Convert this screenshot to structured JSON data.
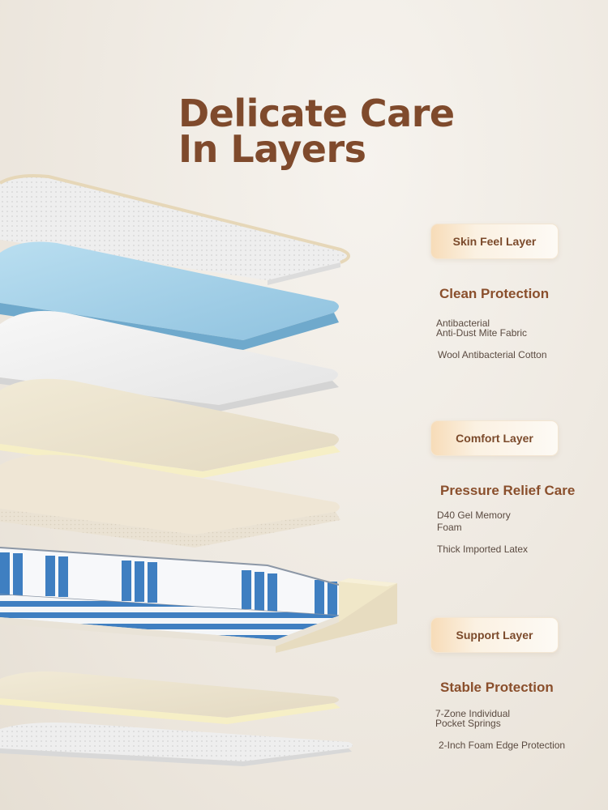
{
  "title": {
    "line1": "Delicate Care",
    "line2": "In Layers"
  },
  "groups": [
    {
      "badge": "Skin Feel Layer",
      "heading": "Clean Protection",
      "features": [
        {
          "line1": "Antibacterial",
          "line2": "Anti-Dust Mite Fabric"
        },
        {
          "line1": "Wool Antibacterial Cotton",
          "line2": ""
        }
      ]
    },
    {
      "badge": "Comfort Layer",
      "heading": "Pressure Relief Care",
      "features": [
        {
          "line1": "D40 Gel Memory",
          "line2": "Foam"
        },
        {
          "line1": "Thick Imported Latex",
          "line2": ""
        }
      ]
    },
    {
      "badge": "Support Layer",
      "heading": "Stable Protection",
      "features": [
        {
          "line1": "7-Zone Individual",
          "line2": "Pocket Springs"
        },
        {
          "line1": "2-Inch Foam Edge Protection",
          "line2": ""
        }
      ]
    }
  ],
  "colors": {
    "title": "#7f4a2c",
    "heading": "#8a4f2c",
    "body_text": "#5a4a40",
    "gel_blue": "#9fcce6",
    "spring_blue": "#3f7fc1",
    "latex_cream": "#f5ecd2"
  }
}
